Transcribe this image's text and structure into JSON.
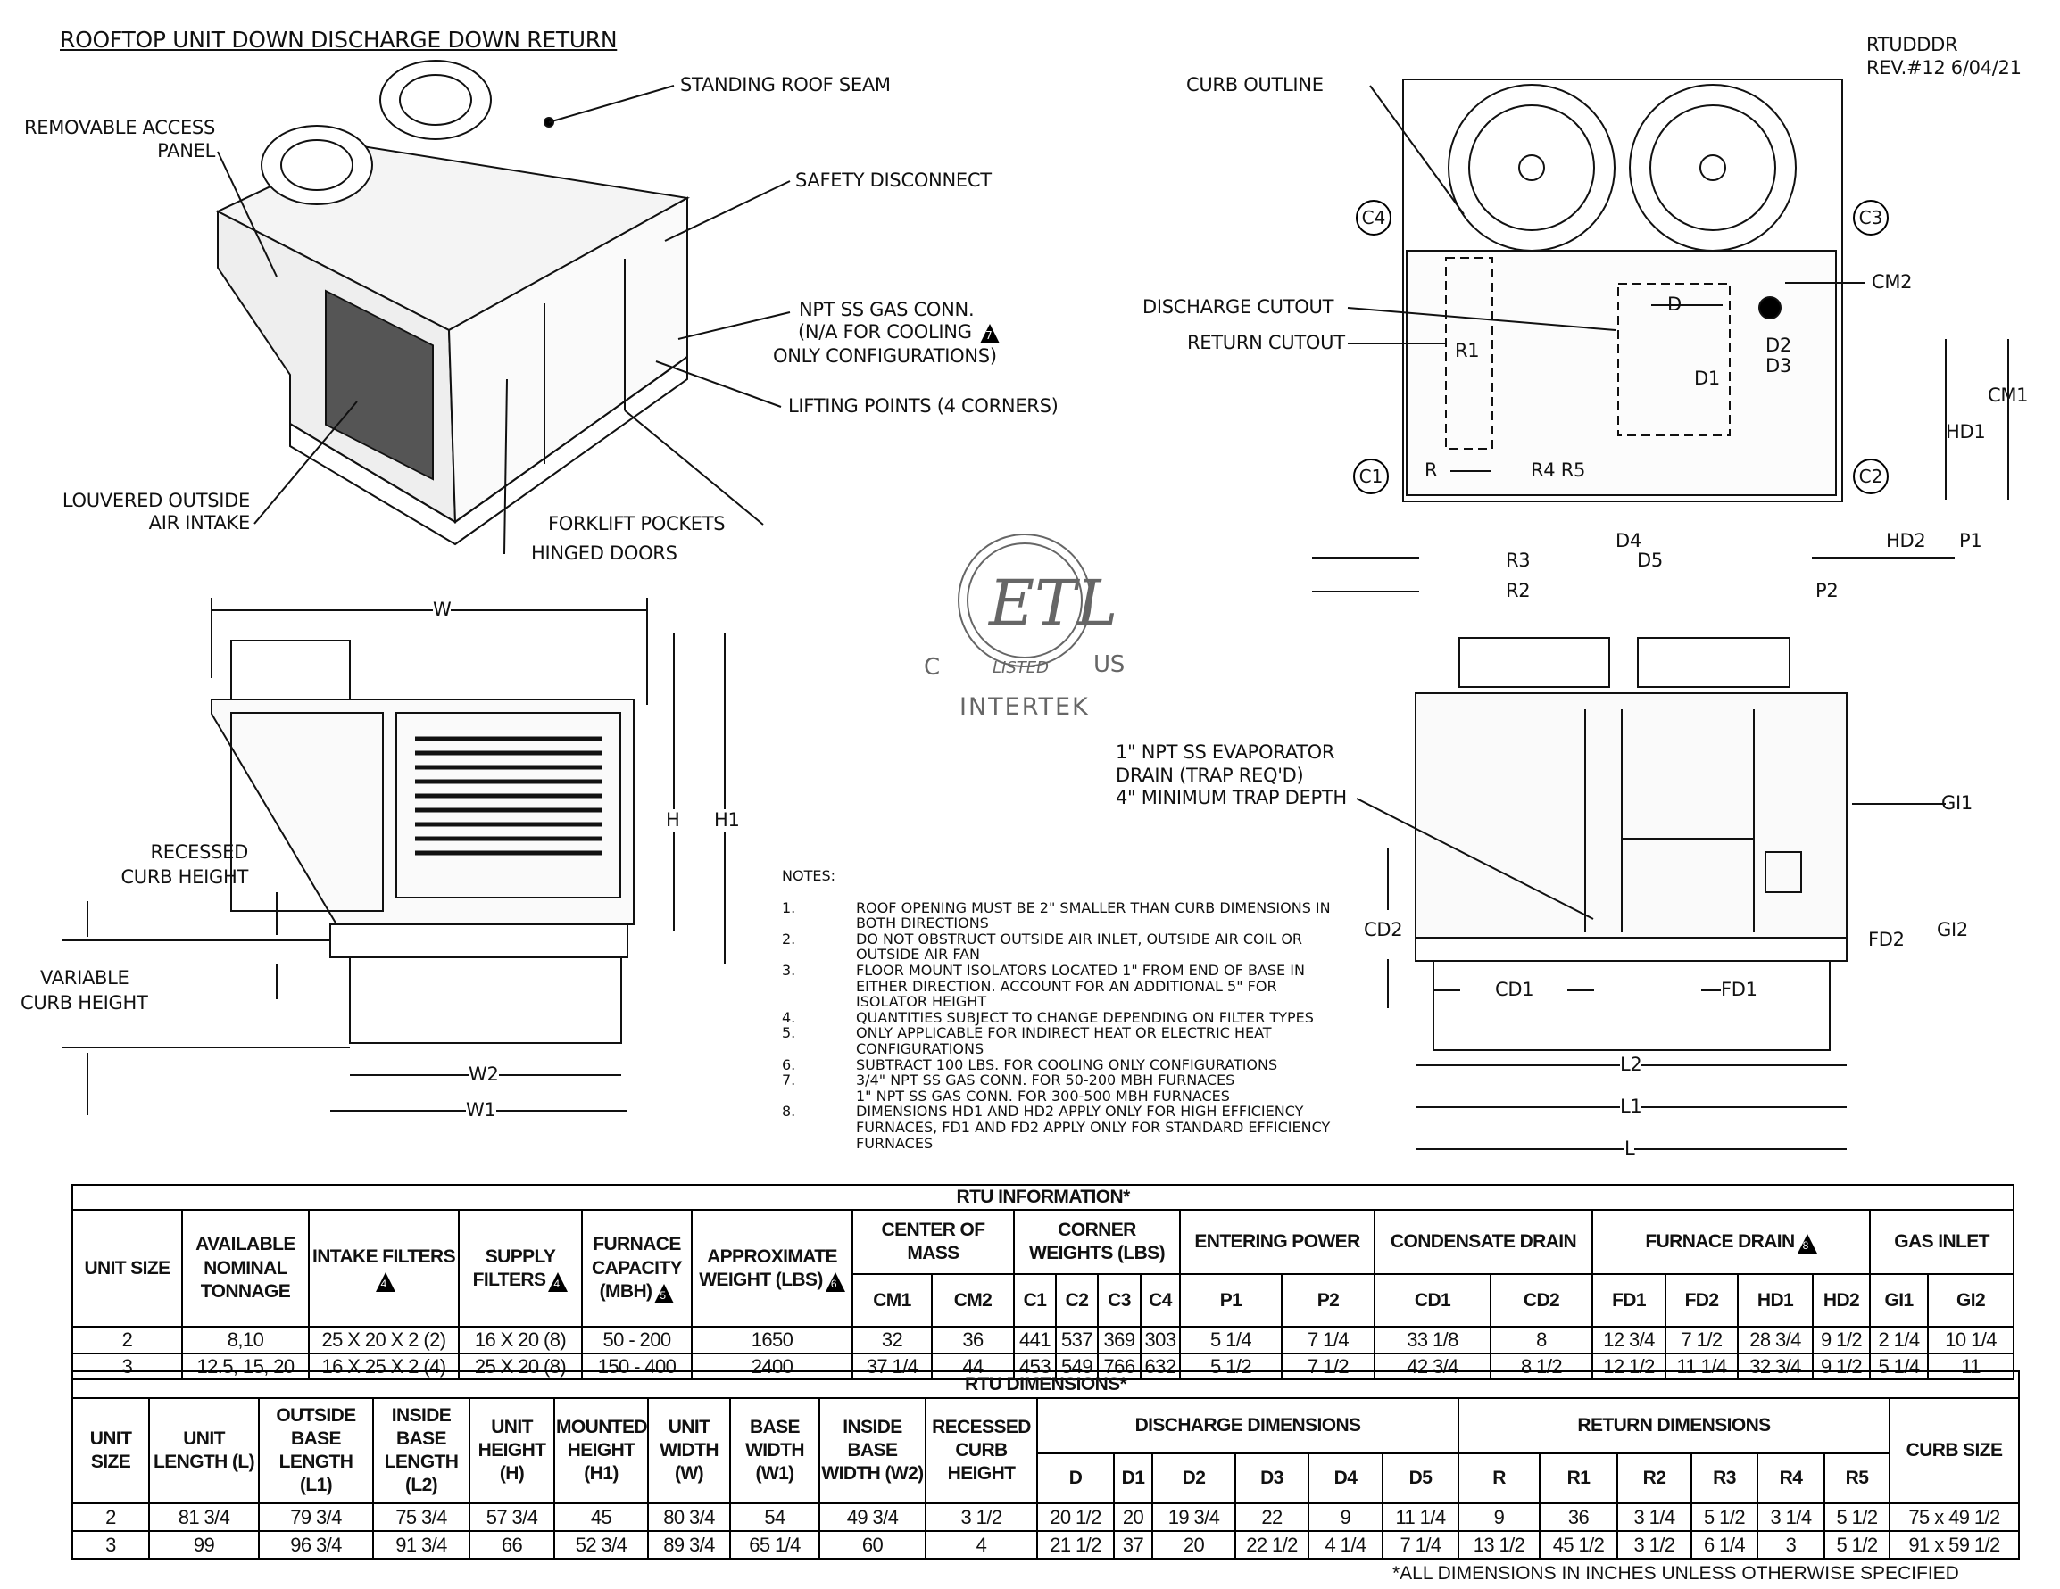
{
  "header": {
    "title": "ROOFTOP UNIT DOWN DISCHARGE DOWN RETURN",
    "drawing_code": "RTUDDDR",
    "revision": "REV.#12 6/04/21"
  },
  "iso_callouts": {
    "standing_roof_seam": "STANDING ROOF SEAM",
    "removable_access_1": "REMOVABLE ACCESS",
    "removable_access_2": "PANEL",
    "safety_disconnect": "SAFETY DISCONNECT",
    "gas_conn_1": "NPT SS GAS CONN.",
    "gas_conn_2": "(N/A FOR COOLING",
    "gas_conn_note": "7",
    "gas_conn_3": "ONLY CONFIGURATIONS)",
    "lifting_points": "LIFTING POINTS (4 CORNERS)",
    "louvered_1": "LOUVERED OUTSIDE",
    "louvered_2": "AIR INTAKE",
    "forklift": "FORKLIFT POCKETS",
    "hinged_doors": "HINGED DOORS"
  },
  "plan_callouts": {
    "curb_outline": "CURB OUTLINE",
    "discharge_cutout": "DISCHARGE CUTOUT",
    "return_cutout": "RETURN CUTOUT",
    "c1": "C1",
    "c2": "C2",
    "c3": "C3",
    "c4": "C4",
    "cm1": "CM1",
    "cm2": "CM2",
    "d": "D",
    "d1": "D1",
    "d2": "D2",
    "d3": "D3",
    "d4": "D4",
    "d5": "D5",
    "r": "R",
    "r1": "R1",
    "r2": "R2",
    "r3": "R3",
    "r4r5": "R4  R5",
    "hd1": "HD1",
    "hd2": "HD2",
    "p1": "P1",
    "p2": "P2"
  },
  "certification": {
    "mark": "ETL",
    "listed": "LISTED",
    "c": "C",
    "us": "US",
    "brand": "INTERTEK"
  },
  "side_callouts": {
    "w": "W",
    "h": "H",
    "h1": "H1",
    "w1": "W1",
    "w2": "W2",
    "recessed_1": "RECESSED",
    "recessed_2": "CURB HEIGHT",
    "variable_1": "VARIABLE",
    "variable_2": "CURB HEIGHT"
  },
  "front_callouts": {
    "drain_1": "1\" NPT SS EVAPORATOR",
    "drain_2": "DRAIN (TRAP REQ'D)",
    "drain_3": "4\" MINIMUM TRAP DEPTH",
    "gi1": "GI1",
    "gi2": "GI2",
    "fd1": "FD1",
    "fd2": "FD2",
    "cd1": "CD1",
    "cd2": "CD2",
    "l": "L",
    "l1": "L1",
    "l2": "L2"
  },
  "notes": {
    "heading": "NOTES:",
    "items": [
      {
        "num": "1.",
        "text": "ROOF OPENING MUST BE 2\" SMALLER THAN CURB DIMENSIONS IN BOTH DIRECTIONS"
      },
      {
        "num": "2.",
        "text": "DO NOT OBSTRUCT OUTSIDE AIR INLET, OUTSIDE AIR COIL OR OUTSIDE AIR FAN"
      },
      {
        "num": "3.",
        "text": "FLOOR MOUNT ISOLATORS LOCATED 1\" FROM END OF BASE IN EITHER DIRECTION. ACCOUNT FOR AN ADDITIONAL 5\" FOR ISOLATOR HEIGHT"
      },
      {
        "num": "4.",
        "text": "QUANTITIES SUBJECT TO CHANGE DEPENDING ON FILTER TYPES"
      },
      {
        "num": "5.",
        "text": "ONLY APPLICABLE FOR INDIRECT HEAT OR ELECTRIC HEAT CONFIGURATIONS"
      },
      {
        "num": "6.",
        "text": "SUBTRACT 100 LBS. FOR COOLING ONLY CONFIGURATIONS"
      },
      {
        "num": "7.",
        "text": "3/4\" NPT SS GAS CONN. FOR 50-200 MBH FURNACES"
      },
      {
        "num": "",
        "text": "1\" NPT SS GAS CONN. FOR 300-500 MBH FURNACES"
      },
      {
        "num": "8.",
        "text": "DIMENSIONS HD1 AND HD2 APPLY ONLY FOR HIGH EFFICIENCY FURNACES, FD1 AND FD2 APPLY ONLY FOR STANDARD EFFICIENCY FURNACES"
      }
    ]
  },
  "rtu_information": {
    "title": "RTU INFORMATION*",
    "groups": [
      {
        "label": "UNIT SIZE"
      },
      {
        "label": "AVAILABLE NOMINAL TONNAGE"
      },
      {
        "label": "INTAKE FILTERS",
        "note": "4"
      },
      {
        "label": "SUPPLY FILTERS",
        "note": "4"
      },
      {
        "label": "FURNACE CAPACITY (MBH)",
        "note": "5"
      },
      {
        "label": "APPROXIMATE WEIGHT (LBS)",
        "note": "6"
      },
      {
        "label": "CENTER OF MASS"
      },
      {
        "label": "CORNER WEIGHTS (LBS)"
      },
      {
        "label": "ENTERING POWER"
      },
      {
        "label": "CONDENSATE DRAIN"
      },
      {
        "label": "FURNACE DRAIN",
        "note": "8"
      },
      {
        "label": "GAS INLET"
      }
    ],
    "sub_headers": [
      "CM1",
      "CM2",
      "C1",
      "C2",
      "C3",
      "C4",
      "P1",
      "P2",
      "CD1",
      "CD2",
      "FD1",
      "FD2",
      "HD1",
      "HD2",
      "GI1",
      "GI2"
    ],
    "rows": [
      [
        "2",
        "8,10",
        "25 X 20 X 2 (2)",
        "16 X 20 (8)",
        "50 - 200",
        "1650",
        "32",
        "36",
        "441",
        "537",
        "369",
        "303",
        "5 1/4",
        "7 1/4",
        "33 1/8",
        "8",
        "12 3/4",
        "7 1/2",
        "28 3/4",
        "9 1/2",
        "2 1/4",
        "10 1/4"
      ],
      [
        "3",
        "12.5, 15, 20",
        "16 X 25 X 2 (4)",
        "25 X 20 (8)",
        "150 - 400",
        "2400",
        "37 1/4",
        "44",
        "453",
        "549",
        "766",
        "632",
        "5 1/2",
        "7 1/2",
        "42 3/4",
        "8 1/2",
        "12 1/2",
        "11 1/4",
        "32 3/4",
        "9 1/2",
        "5 1/4",
        "11"
      ]
    ]
  },
  "rtu_dimensions": {
    "title": "RTU DIMENSIONS*",
    "groups": [
      {
        "label": "UNIT SIZE"
      },
      {
        "label": "UNIT LENGTH (L)"
      },
      {
        "label": "OUTSIDE BASE LENGTH (L1)"
      },
      {
        "label": "INSIDE BASE LENGTH (L2)"
      },
      {
        "label": "UNIT HEIGHT (H)"
      },
      {
        "label": "MOUNTED HEIGHT (H1)"
      },
      {
        "label": "UNIT WIDTH (W)"
      },
      {
        "label": "BASE WIDTH (W1)"
      },
      {
        "label": "INSIDE BASE WIDTH (W2)"
      },
      {
        "label": "RECESSED CURB HEIGHT"
      },
      {
        "label": "DISCHARGE DIMENSIONS"
      },
      {
        "label": "RETURN DIMENSIONS"
      },
      {
        "label": "CURB SIZE"
      }
    ],
    "sub_headers": [
      "D",
      "D1",
      "D2",
      "D3",
      "D4",
      "D5",
      "R",
      "R1",
      "R2",
      "R3",
      "R4",
      "R5"
    ],
    "rows": [
      [
        "2",
        "81 3/4",
        "79 3/4",
        "75 3/4",
        "57 3/4",
        "45",
        "80 3/4",
        "54",
        "49 3/4",
        "3 1/2",
        "20 1/2",
        "20",
        "19 3/4",
        "22",
        "9",
        "11 1/4",
        "9",
        "36",
        "3 1/4",
        "5 1/2",
        "3 1/4",
        "5 1/2",
        "75 x 49 1/2"
      ],
      [
        "3",
        "99",
        "96 3/4",
        "91 3/4",
        "66",
        "52 3/4",
        "89 3/4",
        "65 1/4",
        "60",
        "4",
        "21 1/2",
        "37",
        "20",
        "22 1/2",
        "4 1/4",
        "7 1/4",
        "13 1/2",
        "45 1/2",
        "3 1/2",
        "6 1/4",
        "3",
        "5 1/2",
        "91 x 59 1/2"
      ]
    ],
    "footnote": "*ALL DIMENSIONS IN INCHES UNLESS OTHERWISE SPECIFIED"
  }
}
